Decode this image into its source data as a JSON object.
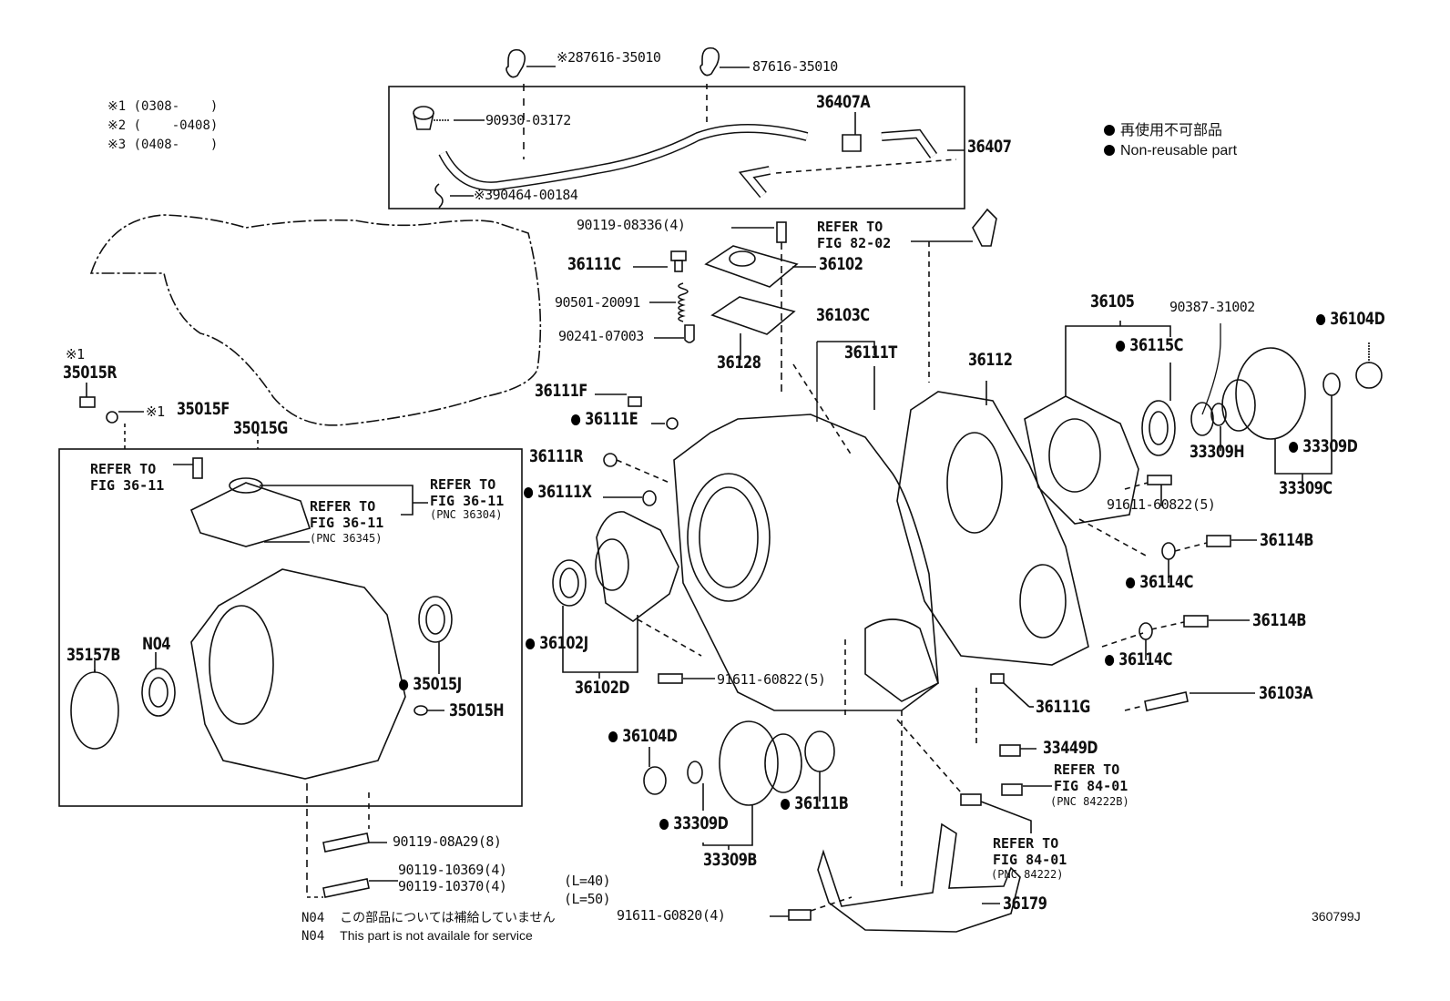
{
  "diagram_code": "360799J",
  "legend": {
    "bullet_color": "#000000",
    "jp": "再使用不可部品",
    "en": "Non-reusable part"
  },
  "notes": {
    "n1": "※1 (0308-    )",
    "n2": "※2 (    -0408)",
    "n3": "※3 (0408-    )"
  },
  "footnotes": {
    "jp_code": "N04",
    "jp_text": "この部品については補給していません",
    "en_code": "N04",
    "en_text": "This part is not availale for service"
  },
  "parts": {
    "p87616a": "※287616-35010",
    "p87616b": "87616-35010",
    "p90930": "90930-03172",
    "p90464": "※390464-00184",
    "p36407A": "36407A",
    "p36407": "36407",
    "p90119_08336": "90119-08336(4)",
    "p36111C": "36111C",
    "p36102": "36102",
    "p90501": "90501-20091",
    "p90241": "90241-07003",
    "p36128": "36128",
    "p36103C": "36103C",
    "p36111T": "36111T",
    "p36111F": "36111F",
    "p36111E": "36111E",
    "p36111R": "36111R",
    "p36111X": "36111X",
    "p36112": "36112",
    "p36105": "36105",
    "p36115C": "36115C",
    "p90387": "90387-31002",
    "p36104D_r": "36104D",
    "p33309H": "33309H",
    "p33309D_r": "33309D",
    "p33309C": "33309C",
    "p91611_r": "91611-60822(5)",
    "p36114B_a": "36114B",
    "p36114C_a": "36114C",
    "p36114B_b": "36114B",
    "p36114C_b": "36114C",
    "p36103A": "36103A",
    "p36111G": "36111G",
    "p33449D": "33449D",
    "p36102J": "36102J",
    "p36102D": "36102D",
    "p91611_m": "91611-60822(5)",
    "p36104D_b": "36104D",
    "p36111B": "36111B",
    "p33309D_b": "33309D",
    "p33309B": "33309B",
    "p36179": "36179",
    "p91611_G": "91611-G0820(4)",
    "p35015R_note": "※1",
    "p35015R": "35015R",
    "p35015F_note": "※1",
    "p35015F": "35015F",
    "p35015G": "35015G",
    "p35157B": "35157B",
    "pN04": "N04",
    "p35015J": "35015J",
    "p35015H": "35015H",
    "p90119_08A29": "90119-08A29(8)",
    "p90119_10369": "90119-10369(4)",
    "p90119_10370": "90119-10370(4)",
    "len40": "(L=40)",
    "len50": "(L=50)"
  },
  "refs": {
    "fig8202": "REFER TO\nFIG 82-02",
    "fig3611a": "REFER TO\nFIG 36-11",
    "fig3611b": "REFER TO\nFIG 36-11",
    "fig3611b_pnc": "(PNC 36345)",
    "fig3611c": "REFER TO\nFIG 36-11",
    "fig3611c_pnc": "(PNC 36304)",
    "fig8401a": "REFER TO\nFIG 84-01",
    "fig8401a_pnc": "(PNC 84222B)",
    "fig8401b": "REFER TO\nFIG 84-01",
    "fig8401b_pnc": "(PNC 84222)"
  }
}
